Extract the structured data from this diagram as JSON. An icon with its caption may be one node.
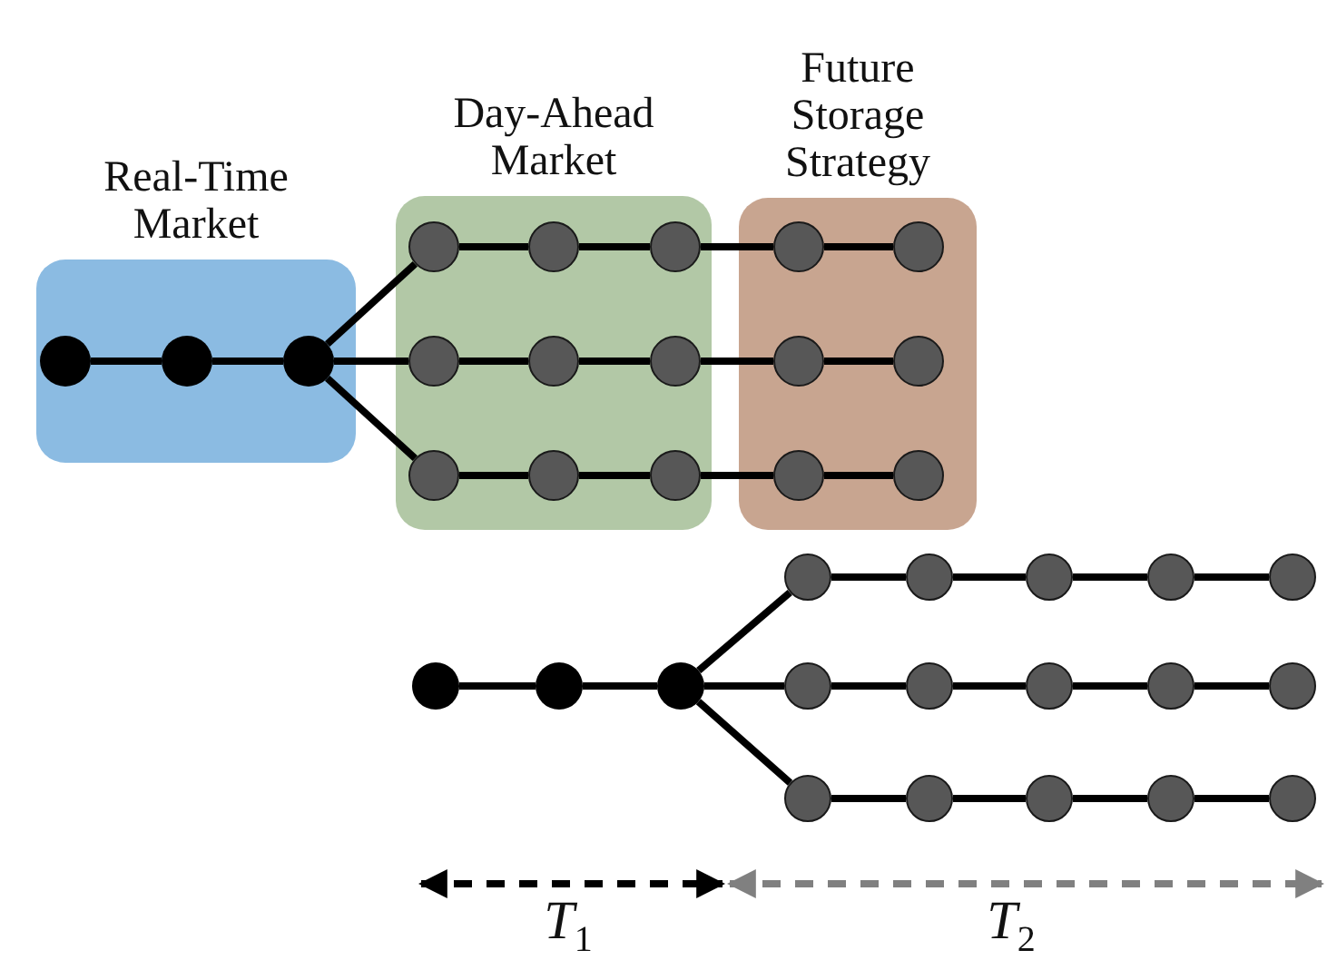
{
  "diagram": {
    "nodes": [
      {
        "text": [
          "Real-Time Market"
        ]
      },
      {
        "text": [
          "Day-Ahead Market"
        ]
      },
      {
        "text": [
          "Future Storage Strategy"
        ]
      },
      {
        "text": [],
        "shape": "circle",
        "in": 0
      },
      {
        "text": [],
        "shape": "circle",
        "in": 0
      },
      {
        "text": [],
        "shape": "circle",
        "in": 0
      },
      {
        "text": [],
        "shape": "circle",
        "in": 1
      },
      {
        "text": [],
        "shape": "circle",
        "in": 1
      },
      {
        "text": [],
        "shape": "circle",
        "in": 1
      },
      {
        "text": [],
        "shape": "circle",
        "in": 2
      },
      {
        "text": [],
        "shape": "circle",
        "in": 2
      },
      {
        "text": [],
        "shape": "circle",
        "in": 1
      },
      {
        "text": [],
        "shape": "circle",
        "in": 1
      },
      {
        "text": [],
        "shape": "circle",
        "in": 1
      },
      {
        "text": [],
        "shape": "circle",
        "in": 2
      },
      {
        "text": [],
        "shape": "circle",
        "in": 2
      },
      {
        "text": [],
        "shape": "circle",
        "in": 1
      },
      {
        "text": [],
        "shape": "circle",
        "in": 1
      },
      {
        "text": [],
        "shape": "circle",
        "in": 1
      },
      {
        "text": [],
        "shape": "circle",
        "in": 2
      },
      {
        "text": [],
        "shape": "circle",
        "in": 2
      },
      {
        "text": [],
        "shape": "circle"
      },
      {
        "text": [],
        "shape": "circle"
      },
      {
        "text": [],
        "shape": "circle"
      },
      {
        "text": [],
        "shape": "circle"
      },
      {
        "text": [],
        "shape": "circle"
      },
      {
        "text": [],
        "shape": "circle"
      },
      {
        "text": [],
        "shape": "circle"
      },
      {
        "text": [],
        "shape": "circle"
      },
      {
        "text": [],
        "shape": "circle"
      },
      {
        "text": [],
        "shape": "circle"
      },
      {
        "text": [],
        "shape": "circle"
      },
      {
        "text": [],
        "shape": "circle"
      },
      {
        "text": [],
        "shape": "circle"
      },
      {
        "text": [],
        "shape": "circle"
      },
      {
        "text": [],
        "shape": "circle"
      },
      {
        "text": [],
        "shape": "circle"
      },
      {
        "text": [],
        "shape": "circle"
      },
      {
        "text": [],
        "shape": "circle"
      }
    ],
    "edges": [
      {
        "from": 3,
        "to": 4,
        "arrow": "none"
      },
      {
        "from": 4,
        "to": 5,
        "arrow": "none"
      },
      {
        "from": 5,
        "to": 6,
        "arrow": "none"
      },
      {
        "from": 5,
        "to": 11,
        "arrow": "none"
      },
      {
        "from": 5,
        "to": 16,
        "arrow": "none"
      },
      {
        "from": 6,
        "to": 7,
        "arrow": "none"
      },
      {
        "from": 7,
        "to": 8,
        "arrow": "none"
      },
      {
        "from": 8,
        "to": 9,
        "arrow": "none"
      },
      {
        "from": 9,
        "to": 10,
        "arrow": "none"
      },
      {
        "from": 11,
        "to": 12,
        "arrow": "none"
      },
      {
        "from": 12,
        "to": 13,
        "arrow": "none"
      },
      {
        "from": 13,
        "to": 14,
        "arrow": "none"
      },
      {
        "from": 14,
        "to": 15,
        "arrow": "none"
      },
      {
        "from": 16,
        "to": 17,
        "arrow": "none"
      },
      {
        "from": 17,
        "to": 18,
        "arrow": "none"
      },
      {
        "from": 18,
        "to": 19,
        "arrow": "none"
      },
      {
        "from": 19,
        "to": 20,
        "arrow": "none"
      },
      {
        "from": 21,
        "to": 22,
        "arrow": "none"
      },
      {
        "from": 22,
        "to": 23,
        "arrow": "none"
      },
      {
        "from": 23,
        "to": 24,
        "arrow": "none"
      },
      {
        "from": 23,
        "to": 29,
        "arrow": "none"
      },
      {
        "from": 23,
        "to": 34,
        "arrow": "none"
      },
      {
        "from": 24,
        "to": 25,
        "arrow": "none"
      },
      {
        "from": 25,
        "to": 26,
        "arrow": "none"
      },
      {
        "from": 26,
        "to": 27,
        "arrow": "none"
      },
      {
        "from": 27,
        "to": 28,
        "arrow": "none"
      },
      {
        "from": 29,
        "to": 30,
        "arrow": "none"
      },
      {
        "from": 30,
        "to": 31,
        "arrow": "none"
      },
      {
        "from": 31,
        "to": 32,
        "arrow": "none"
      },
      {
        "from": 32,
        "to": 33,
        "arrow": "none"
      },
      {
        "from": 34,
        "to": 35,
        "arrow": "none"
      },
      {
        "from": 35,
        "to": 36,
        "arrow": "none"
      },
      {
        "from": 36,
        "to": 37,
        "arrow": "none"
      },
      {
        "from": 37,
        "to": 38,
        "arrow": "none"
      }
    ],
    "labels": [
      "*T*$_{1}$",
      "*T*$_{2}$"
    ]
  }
}
